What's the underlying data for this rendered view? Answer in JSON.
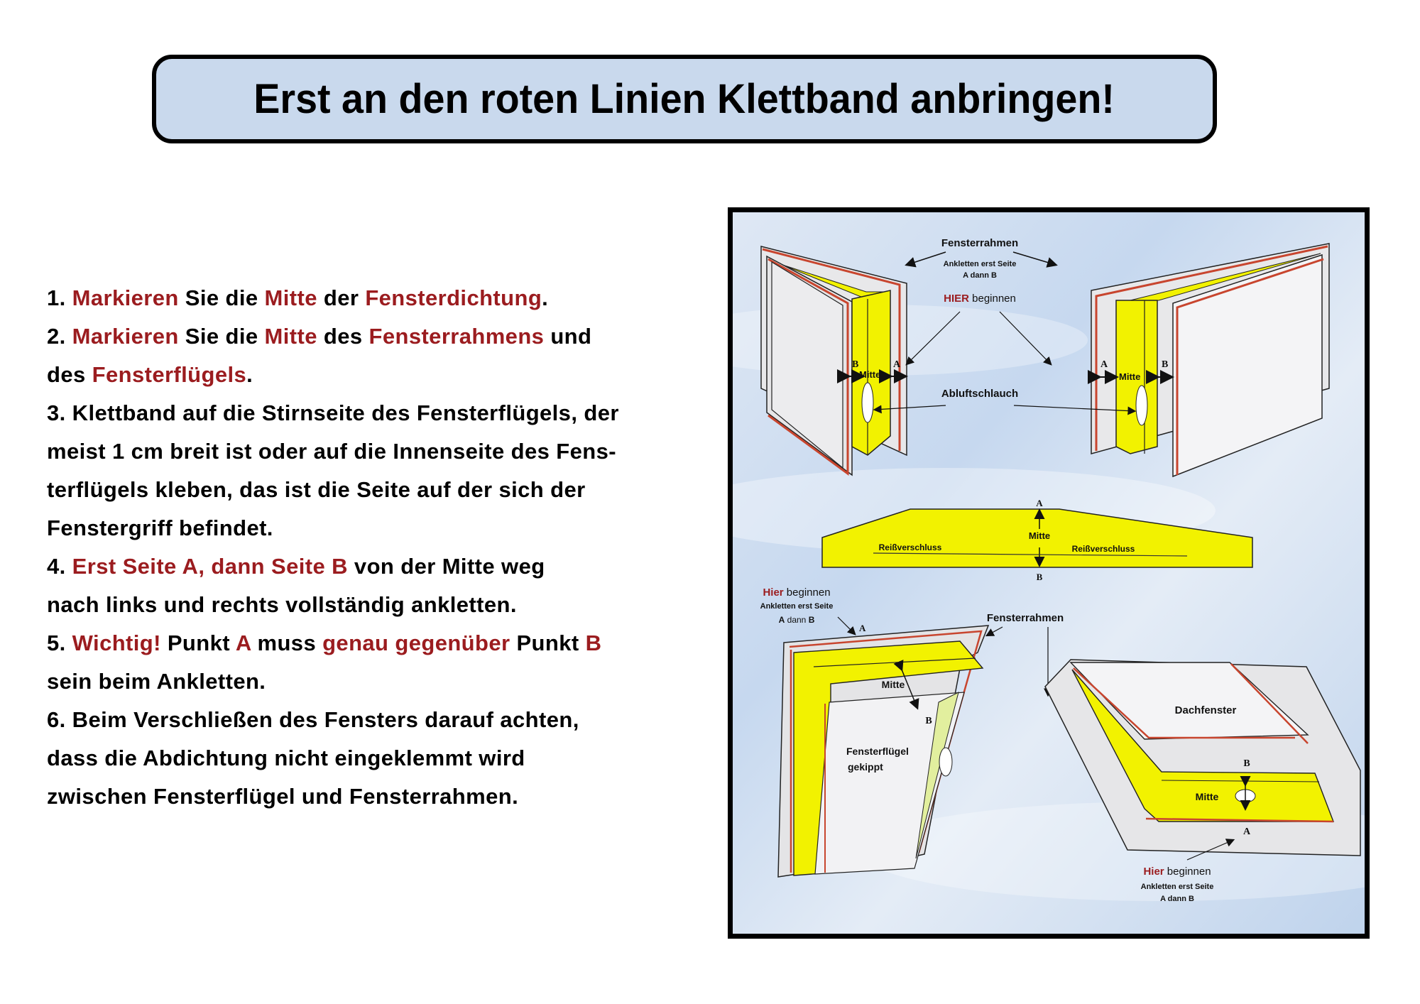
{
  "title": "Erst an den roten Linien Klettband anbringen!",
  "colors": {
    "accent_red": "#9b1c1f",
    "title_bg": "#c9d9ed",
    "tape_yellow": "#f2f200",
    "frame_red": "#c8452e",
    "sky_blue": "#c7d9ef"
  },
  "instructions": [
    {
      "segments": [
        {
          "t": "1. ",
          "red": false
        },
        {
          "t": "Markieren",
          "red": true
        },
        {
          "t": " Sie die ",
          "red": false
        },
        {
          "t": "Mitte",
          "red": true
        },
        {
          "t": " der ",
          "red": false
        },
        {
          "t": "Fensterdichtung",
          "red": true
        },
        {
          "t": ".",
          "red": false
        }
      ]
    },
    {
      "segments": [
        {
          "t": "2. ",
          "red": false
        },
        {
          "t": "Markieren",
          "red": true
        },
        {
          "t": " Sie die ",
          "red": false
        },
        {
          "t": "Mitte",
          "red": true
        },
        {
          "t": " des ",
          "red": false
        },
        {
          "t": "Fensterrahmens",
          "red": true
        },
        {
          "t": " und",
          "red": false
        }
      ]
    },
    {
      "segments": [
        {
          "t": "des ",
          "red": false
        },
        {
          "t": "Fensterflügels",
          "red": true
        },
        {
          "t": ".",
          "red": false
        }
      ]
    },
    {
      "segments": [
        {
          "t": "3. Klettband auf die Stirnseite des Fensterflügels, der",
          "red": false
        }
      ]
    },
    {
      "segments": [
        {
          "t": "meist 1 cm breit ist oder auf die Innenseite des Fens-",
          "red": false
        }
      ]
    },
    {
      "segments": [
        {
          "t": "terflügels kleben, das ist die Seite auf der sich der",
          "red": false
        }
      ]
    },
    {
      "segments": [
        {
          "t": "Fenstergriff befindet.",
          "red": false
        }
      ]
    },
    {
      "segments": [
        {
          "t": "4. ",
          "red": false
        },
        {
          "t": "Erst Seite A, dann Seite B",
          "red": true
        },
        {
          "t": " von der Mitte weg",
          "red": false
        }
      ]
    },
    {
      "segments": [
        {
          "t": "nach links und rechts vollständig ankletten.",
          "red": false
        }
      ]
    },
    {
      "segments": [
        {
          "t": "5. ",
          "red": false
        },
        {
          "t": "Wichtig!",
          "red": true
        },
        {
          "t": " Punkt ",
          "red": false
        },
        {
          "t": "A",
          "red": true
        },
        {
          "t": " muss ",
          "red": false
        },
        {
          "t": "genau gegenüber",
          "red": true
        },
        {
          "t": " Punkt ",
          "red": false
        },
        {
          "t": "B",
          "red": true
        }
      ]
    },
    {
      "segments": [
        {
          "t": "sein beim Ankletten.",
          "red": false
        }
      ]
    },
    {
      "segments": [
        {
          "t": "6. Beim Verschließen des Fensters darauf achten,",
          "red": false
        }
      ]
    },
    {
      "segments": [
        {
          "t": "dass die Abdichtung nicht eingeklemmt wird",
          "red": false
        }
      ]
    },
    {
      "segments": [
        {
          "t": "zwischen Fensterflügel und Fensterrahmen.",
          "red": false
        }
      ]
    }
  ],
  "diagram": {
    "top": {
      "frame_label": "Fensterrahmen",
      "ankletten_line1": "Ankletten erst Seite",
      "ankletten_line2": "A dann B",
      "hier_red": "HIER",
      "hier_rest": " beginnen",
      "hose_label": "Abluftschlauch",
      "mitte": "Mitte",
      "point_a": "A",
      "point_b": "B"
    },
    "strip": {
      "mitte": "Mitte",
      "zipper_left": "Reißverschluss",
      "zipper_right": "Reißverschluss",
      "point_a": "A",
      "point_b": "B"
    },
    "bottom_left": {
      "hier_red": "Hier",
      "hier_rest": " beginnen",
      "ankletten_line1": "Ankletten erst Seite",
      "ankletten_a": "A",
      "ankletten_dann": " dann ",
      "ankletten_b": "B",
      "frame_label": "Fensterrahmen",
      "mitte": "Mitte",
      "point_a": "A",
      "point_b": "B",
      "sash_line1": "Fensterflügel",
      "sash_line2": "gekippt"
    },
    "bottom_right": {
      "roof_label": "Dachfenster",
      "mitte": "Mitte",
      "point_a": "A",
      "point_b": "B",
      "hier_red": "Hier",
      "hier_rest": " beginnen",
      "ankletten_line1": "Ankletten erst Seite",
      "ankletten_line2": "A dann B"
    }
  }
}
